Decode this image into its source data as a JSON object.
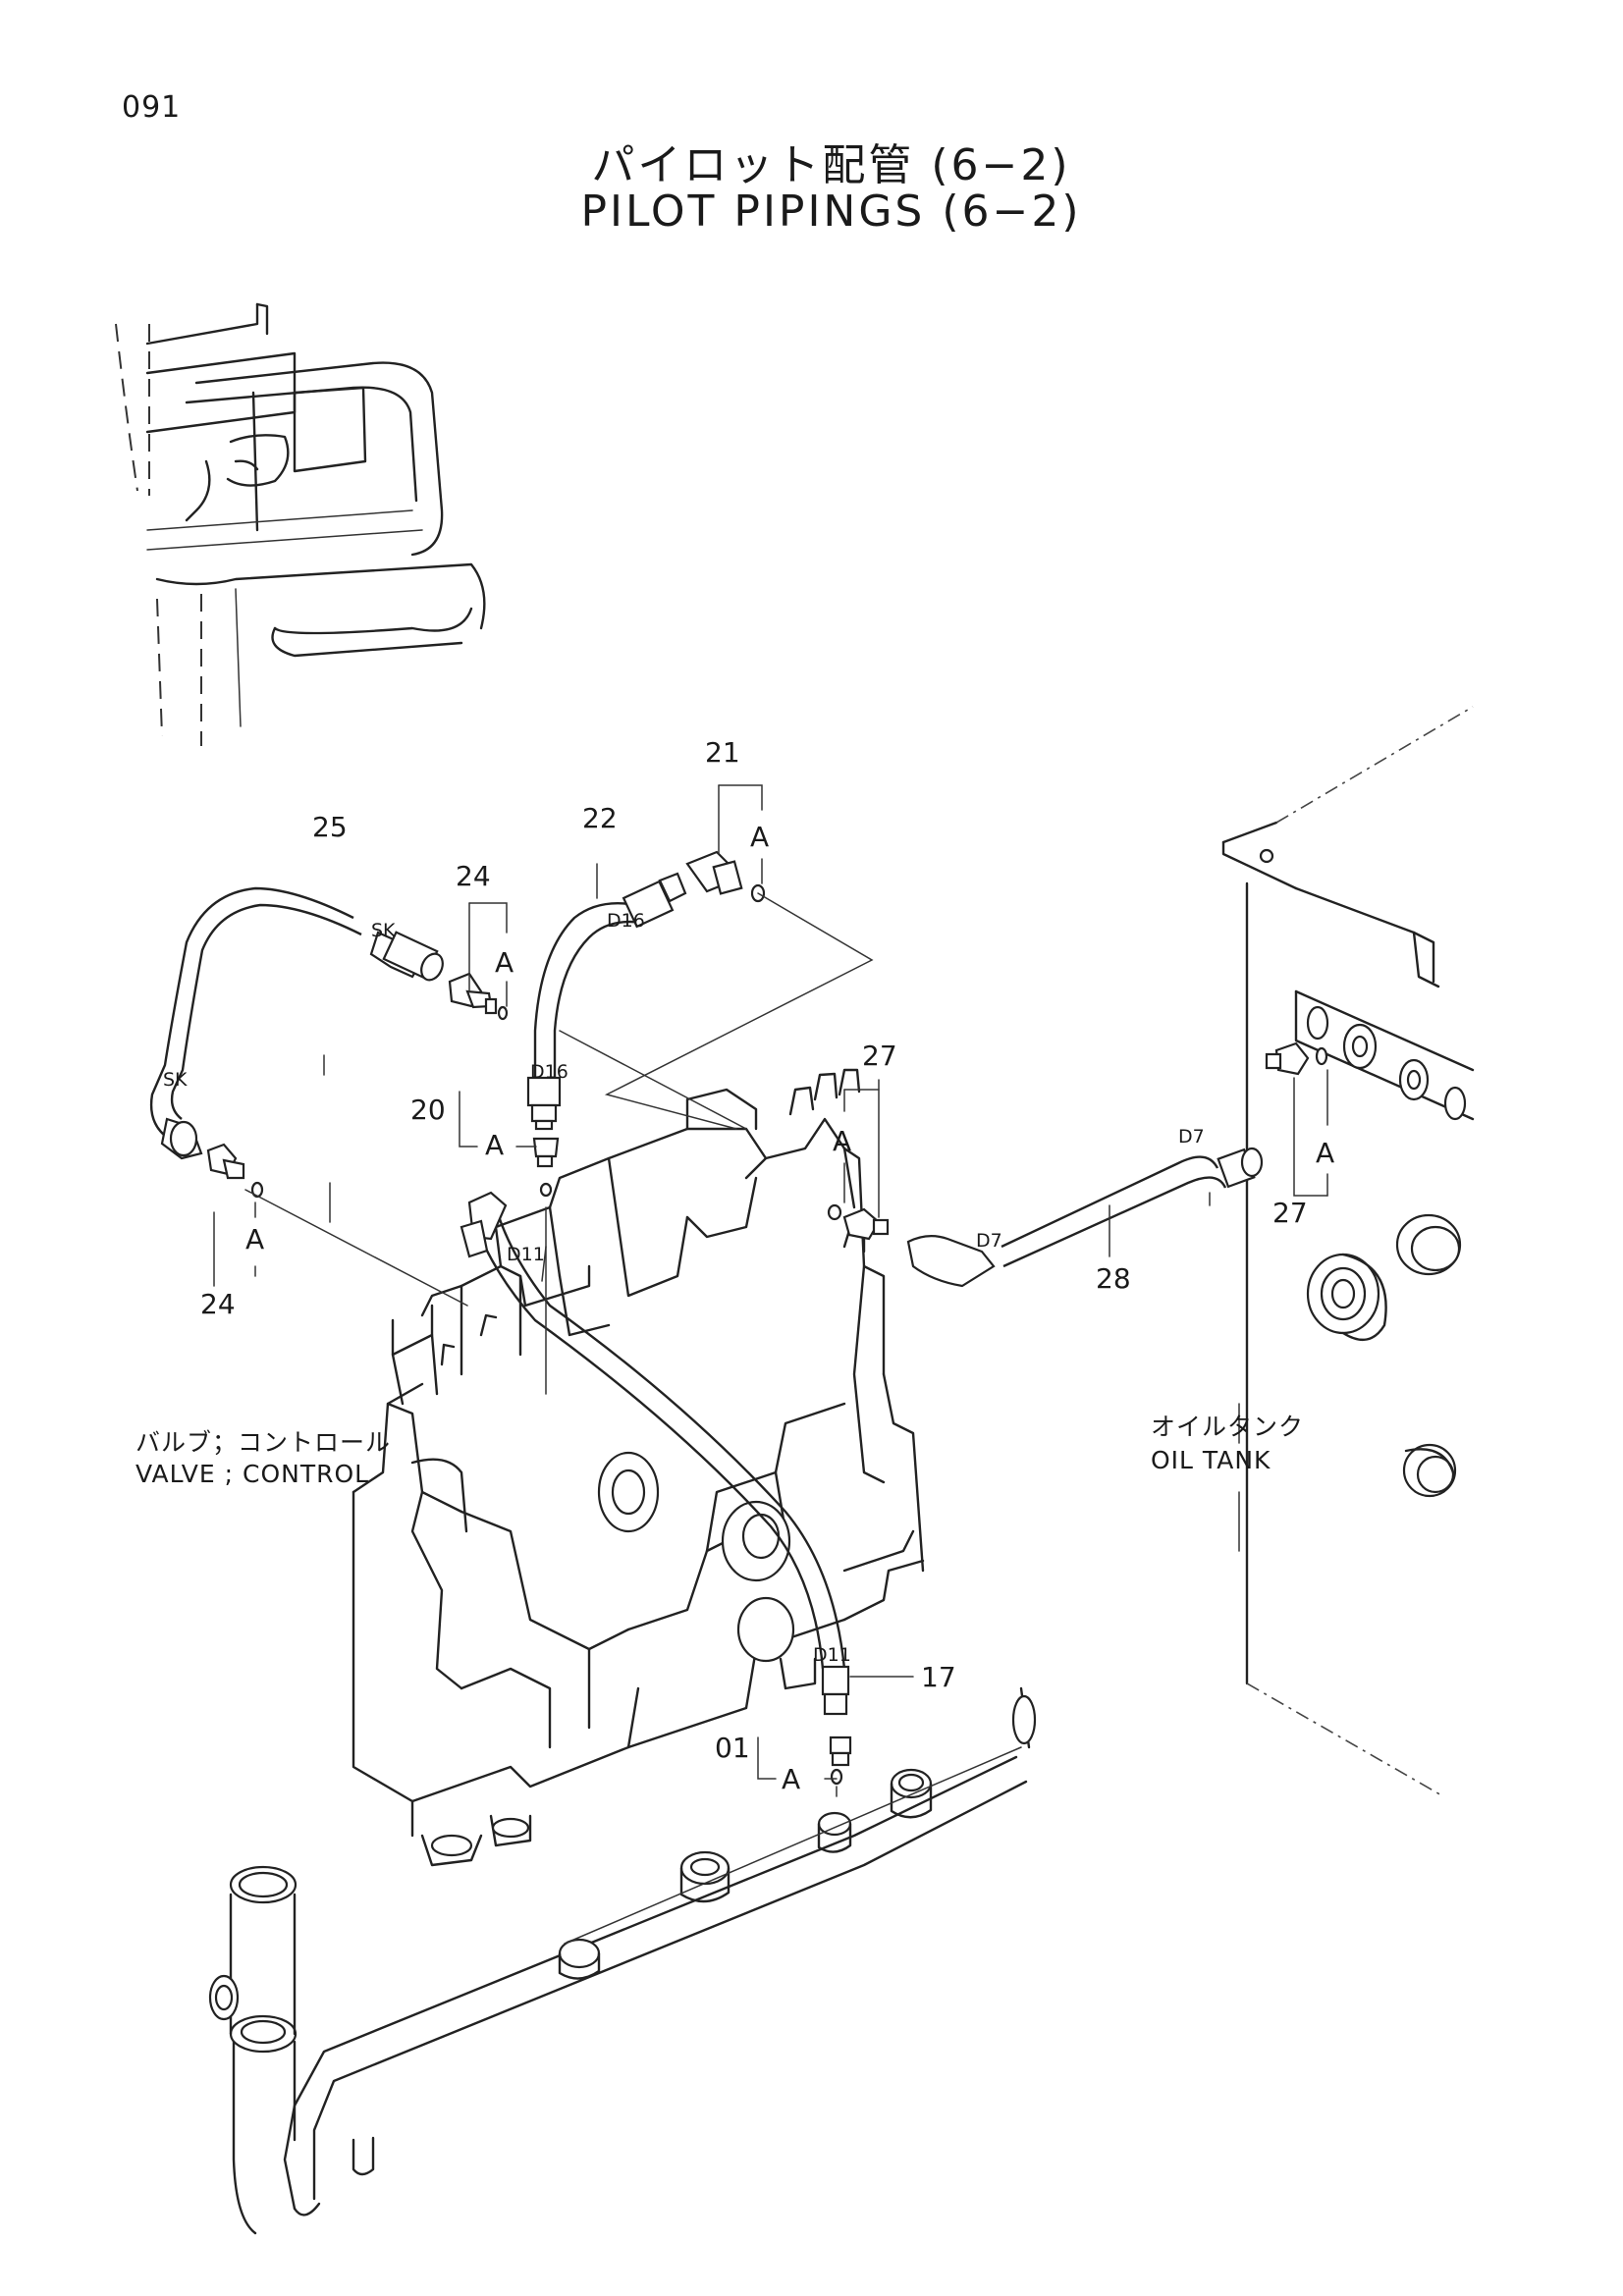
{
  "page_number": "091",
  "title_jp": "パイロット配管 (6−2)",
  "title_en": "PILOT PIPINGS (6−2)",
  "callouts": {
    "p01": "01",
    "p17": "17",
    "p20": "20",
    "p21": "21",
    "p22": "22",
    "p24": "24",
    "p25": "25",
    "p27": "27",
    "p28": "28"
  },
  "ref_letter": "A",
  "hose_marks": {
    "sk": "SK",
    "d16": "D16",
    "d11": "D11",
    "d7": "D7"
  },
  "components": {
    "valve_jp": "バルブ；コントロール",
    "valve_en": "VALVE ; CONTROL",
    "tank_jp": "オイルタンク",
    "tank_en": "OIL  TANK"
  }
}
